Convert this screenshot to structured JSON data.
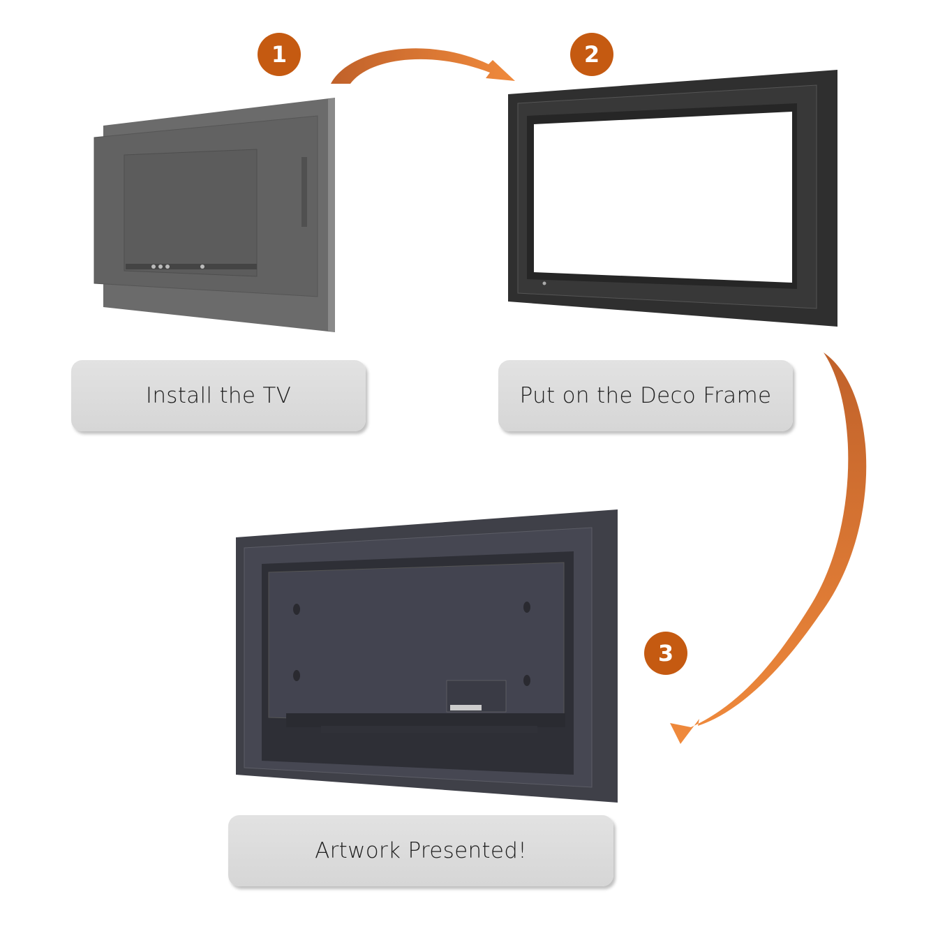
{
  "steps": [
    {
      "number": "1",
      "label": "Install the TV"
    },
    {
      "number": "2",
      "label": "Put on the Deco Frame"
    },
    {
      "number": "3",
      "label": "Artwork Presented!"
    }
  ],
  "colors": {
    "badge": "#c55a11",
    "arrow_dark": "#c0612a",
    "arrow_light": "#f08a3c",
    "label_bg": "#d9d9d9"
  }
}
